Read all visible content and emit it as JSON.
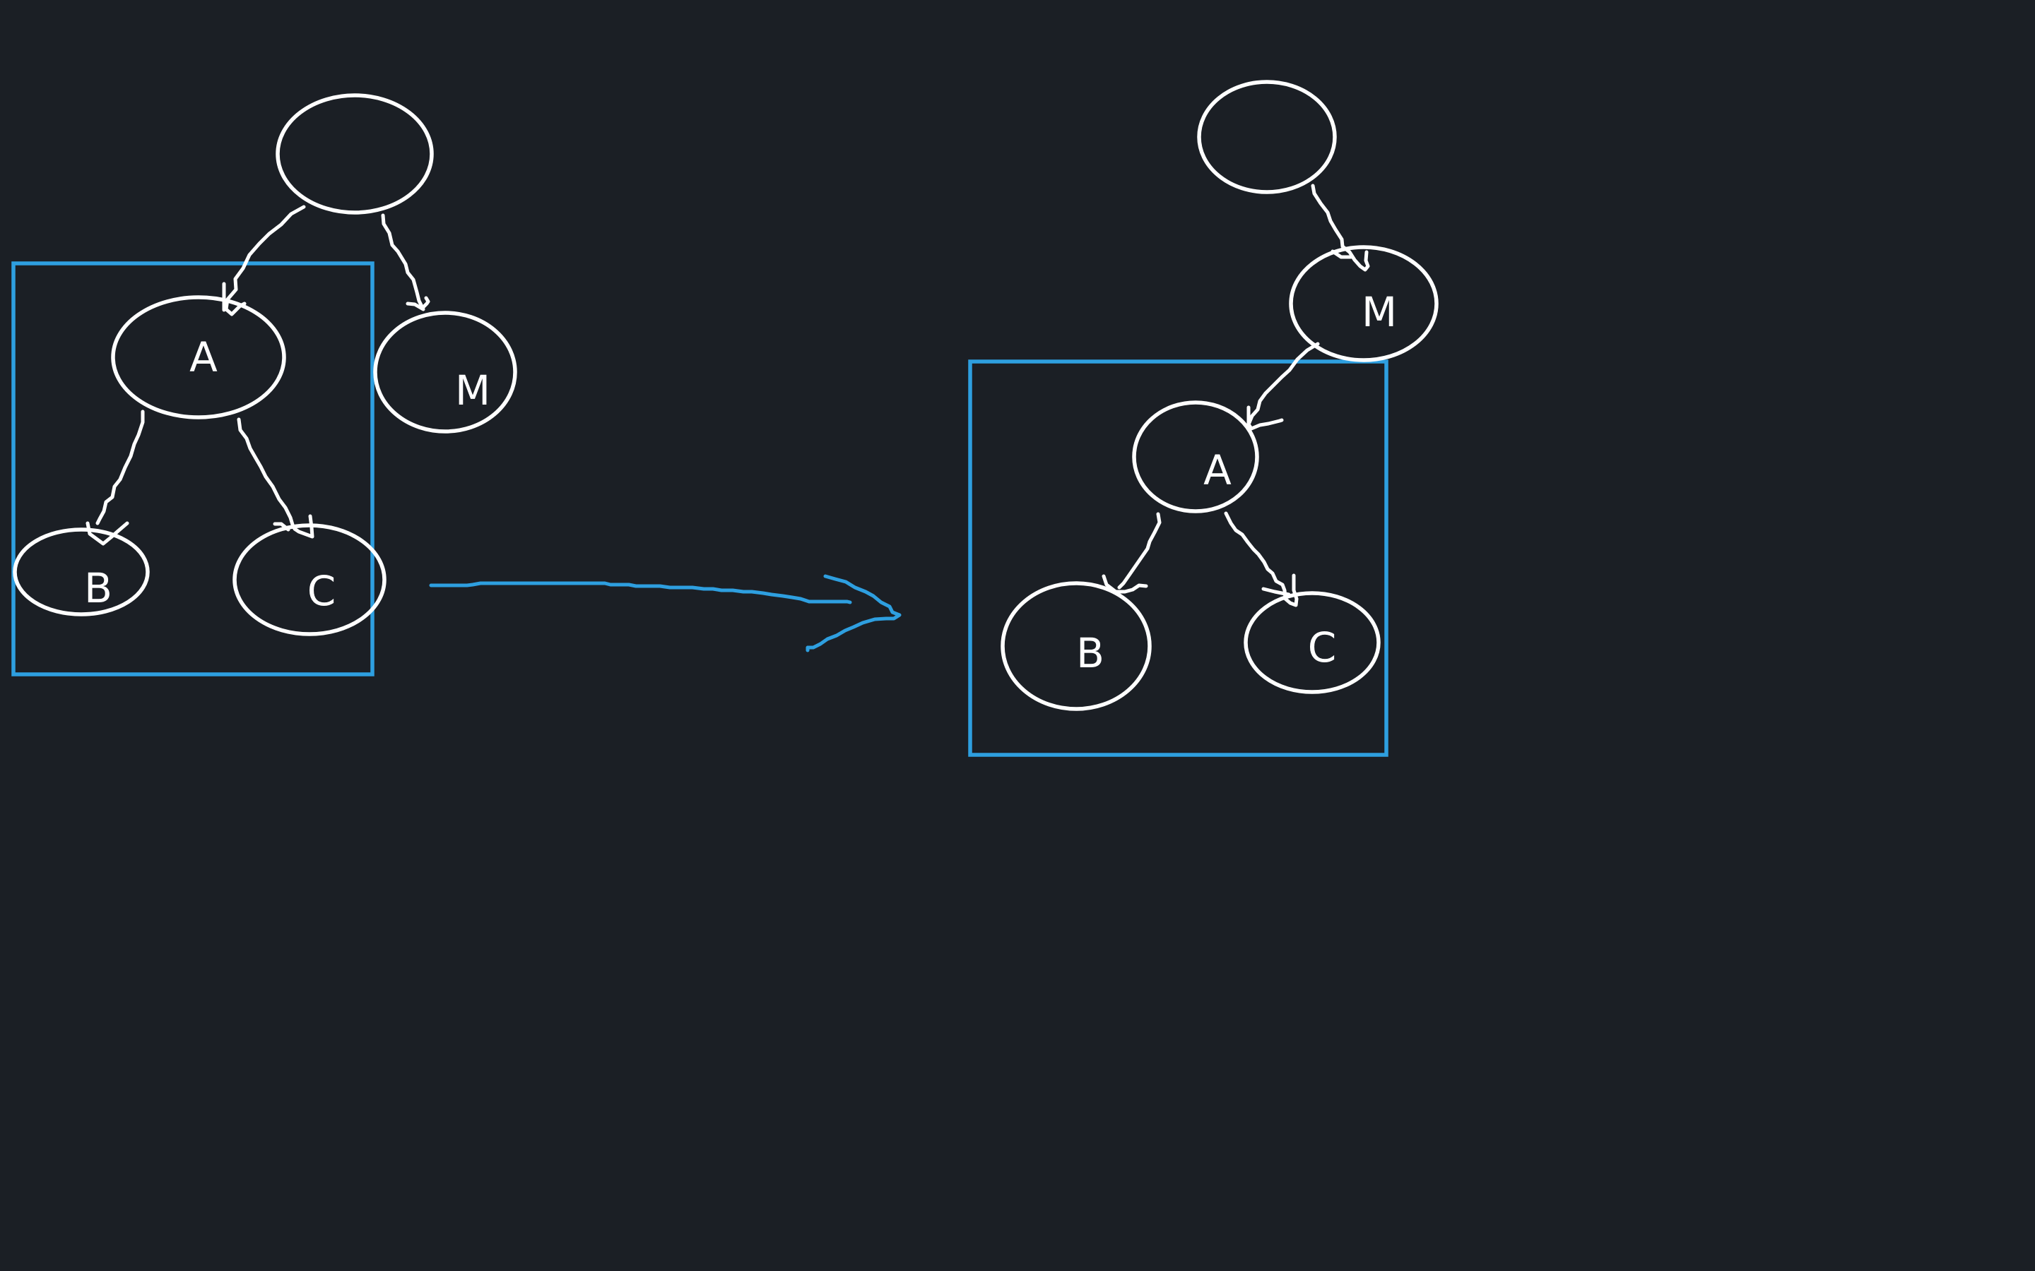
{
  "colors": {
    "background": "#1b1f25",
    "stroke": "#ffffff",
    "highlight": "#2e9fe0"
  },
  "before": {
    "nodes": {
      "root": "",
      "a": "A",
      "m": "M",
      "b": "B",
      "c": "C"
    }
  },
  "after": {
    "nodes": {
      "root": "",
      "m": "M",
      "a": "A",
      "b": "B",
      "c": "C"
    }
  }
}
